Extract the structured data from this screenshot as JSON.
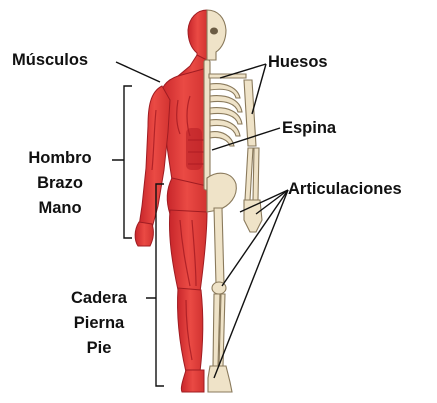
{
  "labels": {
    "musculos": "Músculos",
    "huesos": "Huesos",
    "espina": "Espina",
    "articulaciones": "Articulaciones",
    "upper_group": [
      "Hombro",
      "Brazo",
      "Mano"
    ],
    "lower_group": [
      "Cadera",
      "Pierna",
      "Pie"
    ]
  },
  "colors": {
    "muscle": "#e23b3b",
    "muscle_dark": "#b51f25",
    "bone": "#efe3c8",
    "bone_outline": "#8a7a5c",
    "line": "#111111"
  }
}
